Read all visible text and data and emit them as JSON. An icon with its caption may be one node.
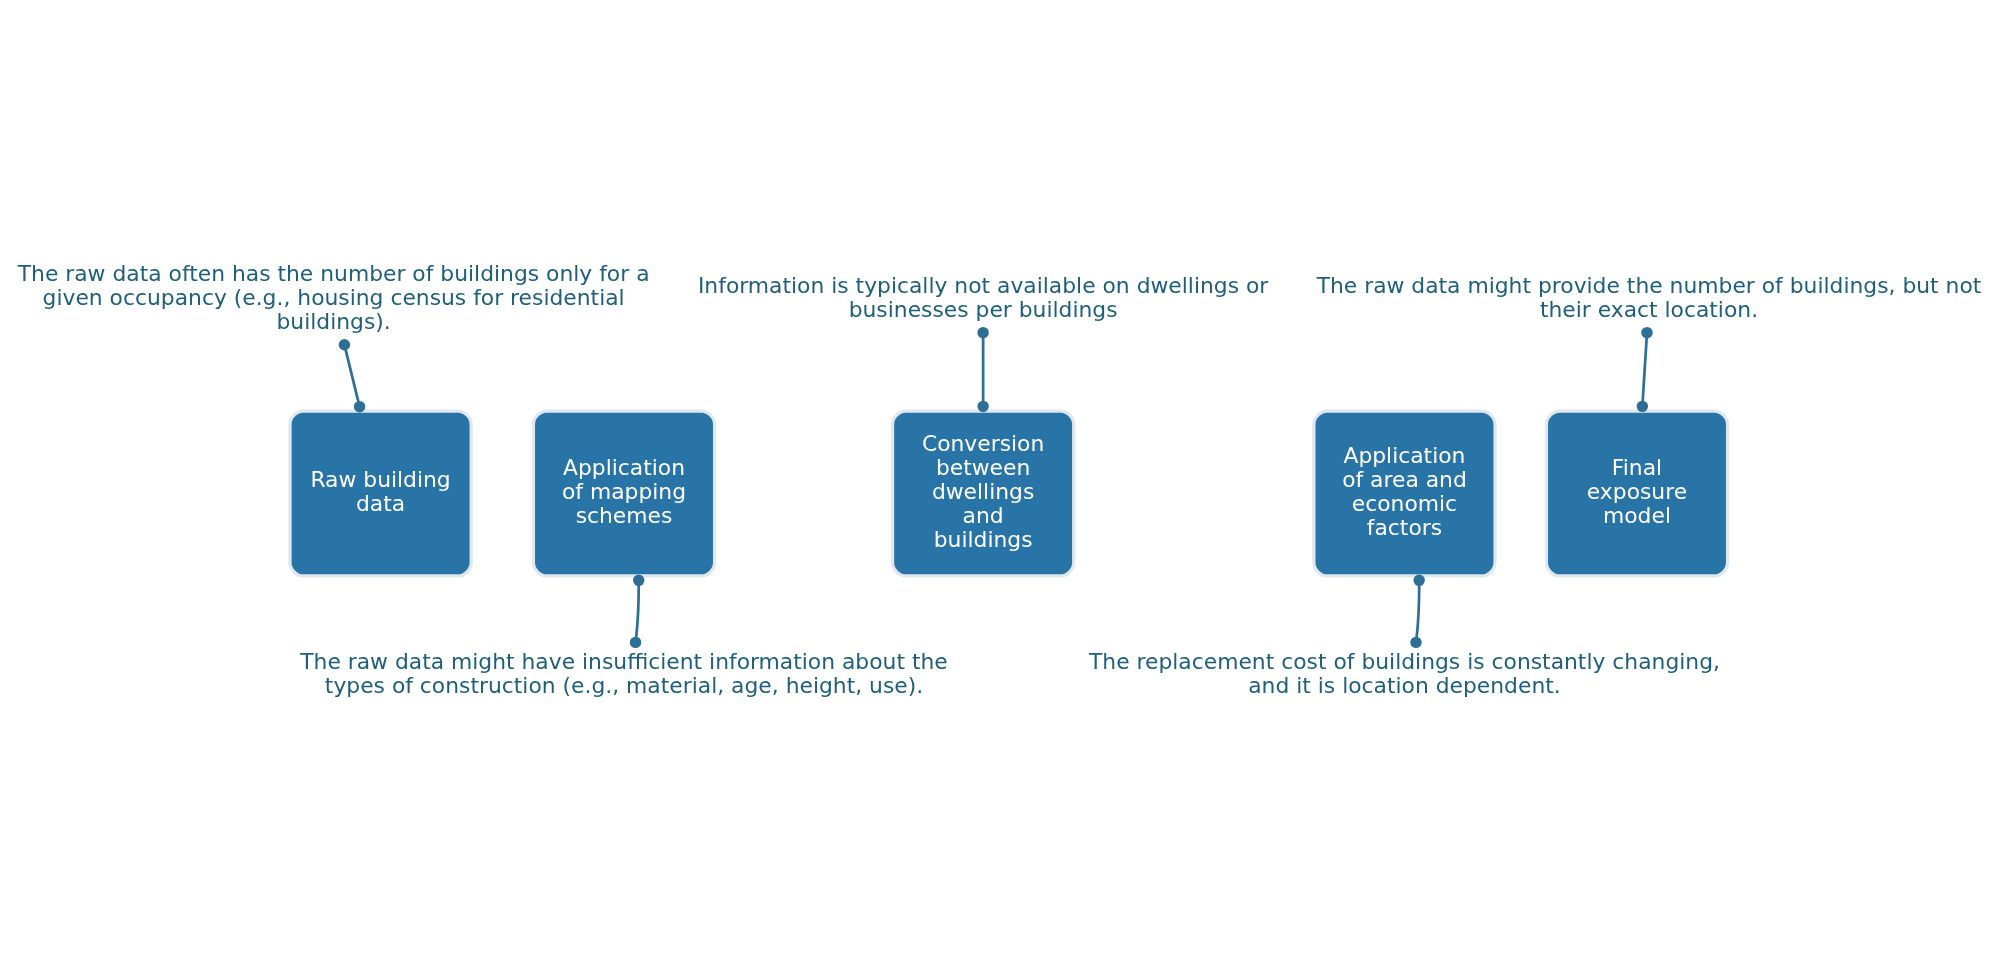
{
  "diagram": {
    "nodes": [
      {
        "text": [
          "Raw building data"
        ]
      },
      {
        "text": [
          "Application of mapping schemes"
        ]
      },
      {
        "text": [
          "Conversion between dwellings and buildings"
        ]
      },
      {
        "text": [
          "Application of area and economic factors"
        ]
      },
      {
        "text": [
          "Final exposure model"
        ]
      },
      {
        "text": [
          "The raw data often has the number of buildings only for a given occupancy (e.g., housing census for residential buildings)."
        ]
      },
      {
        "text": [
          "The raw data might provide the number of buildings, but not their exact location."
        ]
      },
      {
        "text": [
          "Information is typically not available on dwellings or businesses per buildings"
        ]
      },
      {
        "text": [
          "The raw data might have insufficient information about the types of construction (e.g., material, age, height, use)."
        ]
      },
      {
        "text": [
          "The replacement cost of buildings is constantly changing, and it is location dependent."
        ]
      }
    ],
    "edges": [
      {
        "from": 5,
        "to": 0,
        "arrow": "other"
      },
      {
        "from": 6,
        "to": 4,
        "arrow": "other"
      },
      {
        "from": 7,
        "to": 2,
        "arrow": "other"
      },
      {
        "from": 8,
        "to": 1,
        "arrow": "other"
      },
      {
        "from": 9,
        "to": 3,
        "arrow": "other"
      }
    ]
  }
}
